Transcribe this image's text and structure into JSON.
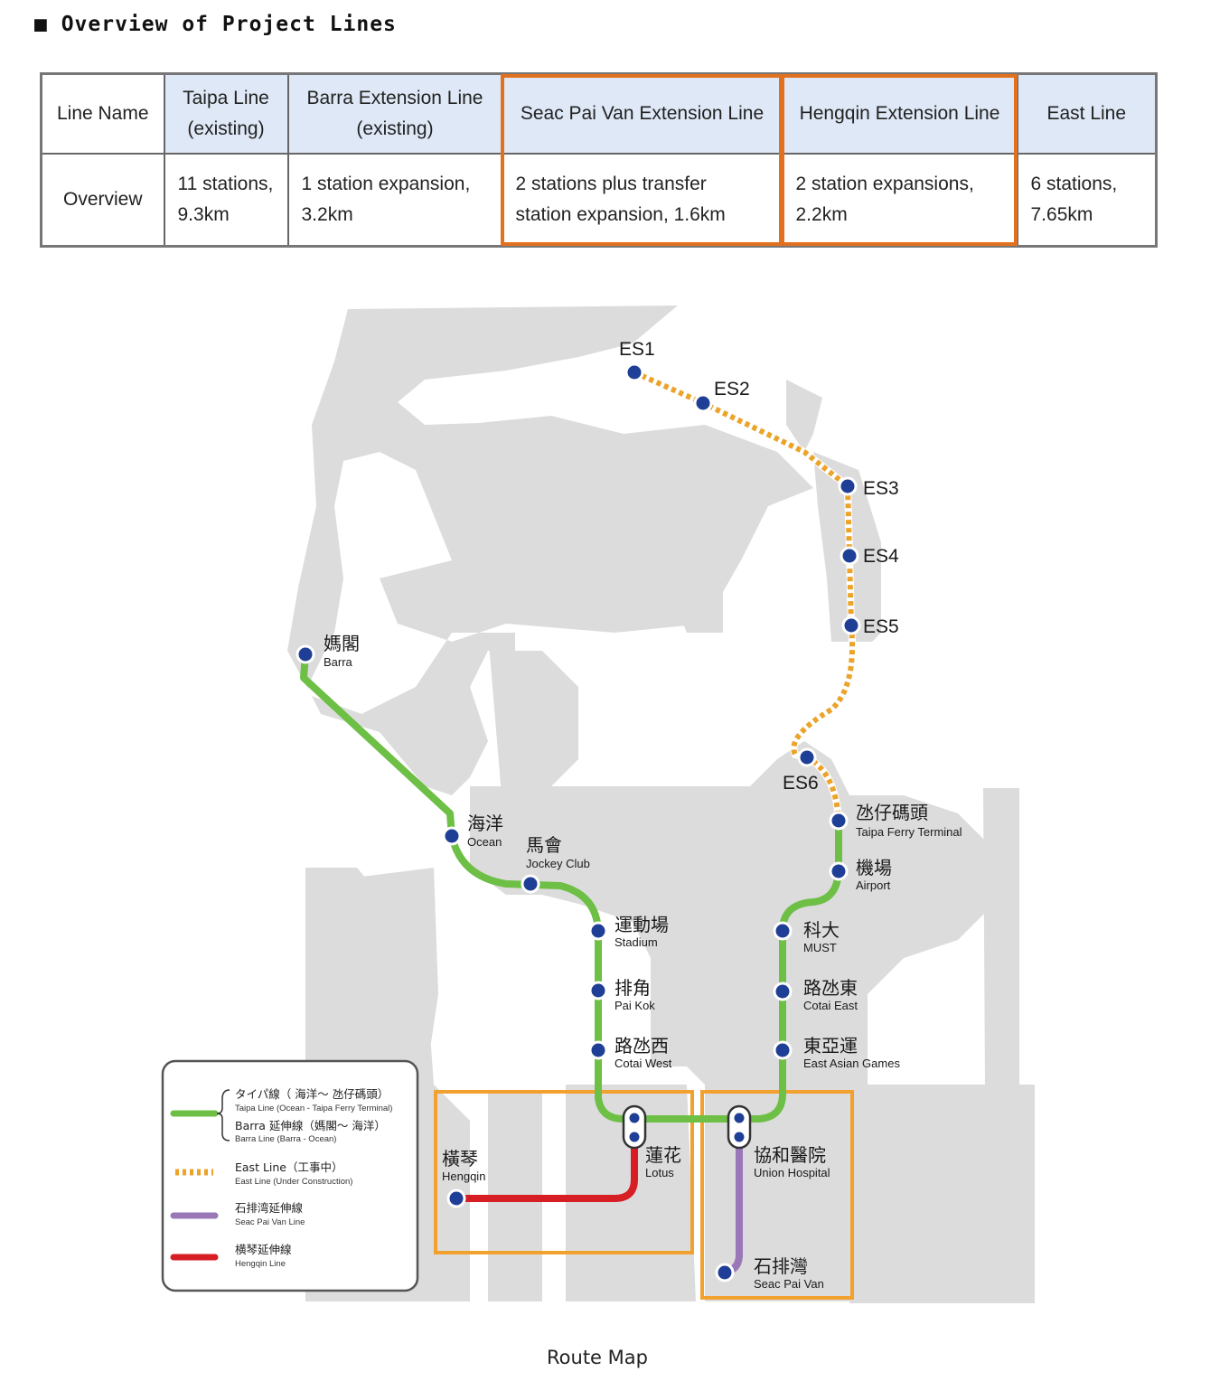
{
  "heading": "Overview of Project Lines",
  "table": {
    "headers": [
      [
        "Line Name"
      ],
      [
        "Taipa Line",
        "(existing)"
      ],
      [
        "Barra Extension Line",
        "(existing)"
      ],
      [
        "Seac Pai Van Extension Line"
      ],
      [
        "Hengqin Extension Line"
      ],
      [
        "East Line"
      ]
    ],
    "overview_label": "Overview",
    "cells": [
      [
        "11 stations,",
        "9.3km"
      ],
      [
        "1 station expansion,",
        "3.2km"
      ],
      [
        "2 stations plus transfer",
        "station expansion, 1.6km"
      ],
      [
        "2 station expansions,",
        "2.2km"
      ],
      [
        "6 stations,",
        "7.65km"
      ]
    ],
    "highlighted_columns": [
      "Seac Pai Van Extension Line",
      "Hengqin Extension Line"
    ],
    "highlight_color": "#e2711f"
  },
  "map": {
    "colors": {
      "land": "#dcdcdc",
      "taipa_barra": "#6dbf45",
      "east_line": "#eba329",
      "seac_pai_van": "#9a78b8",
      "hengqin": "#d81e25",
      "station": "#1f3f97",
      "zone_box": "#f2a12e"
    },
    "stations": {
      "ES1": "ES1",
      "ES2": "ES2",
      "ES3": "ES3",
      "ES4": "ES4",
      "ES5": "ES5",
      "ES6": "ES6",
      "barra_zh": "媽閣",
      "barra_en": "Barra",
      "ocean_zh": "海洋",
      "ocean_en": "Ocean",
      "jockey_zh": "馬會",
      "jockey_en": "Jockey Club",
      "stadium_zh": "運動場",
      "stadium_en": "Stadium",
      "paikok_zh": "排角",
      "paikok_en": "Pai Kok",
      "cotaiwest_zh": "路氹西",
      "cotaiwest_en": "Cotai West",
      "lotus_zh": "蓮花",
      "lotus_en": "Lotus",
      "hengqin_zh": "橫琴",
      "hengqin_en": "Hengqin",
      "union_zh": "協和醫院",
      "union_en": "Union Hospital",
      "seacpaivan_zh": "石排灣",
      "seacpaivan_en": "Seac Pai Van",
      "ferry_zh": "氹仔碼頭",
      "ferry_en": "Taipa Ferry Terminal",
      "airport_zh": "機場",
      "airport_en": "Airport",
      "must_zh": "科大",
      "must_en": "MUST",
      "cotaieast_zh": "路氹東",
      "cotaieast_en": "Cotai East",
      "eag_zh": "東亞運",
      "eag_en": "East Asian Games"
    },
    "legend": {
      "taipa_zh": "タイパ線（ 海洋～ 氹仔碼頭）",
      "taipa_en": "Taipa Line (Ocean - Taipa Ferry Terminal)",
      "barra_zh": "Barra 延伸線（媽閣～ 海洋）",
      "barra_en": "Barra Line (Barra - Ocean)",
      "east_zh": "East Line（工事中）",
      "east_en": "East Line (Under Construction)",
      "spv_zh": "石排湾延伸線",
      "spv_en": "Seac Pai Van Line",
      "hq_zh": "横琴延伸線",
      "hq_en": "Hengqin Line"
    }
  },
  "caption": "Route Map"
}
